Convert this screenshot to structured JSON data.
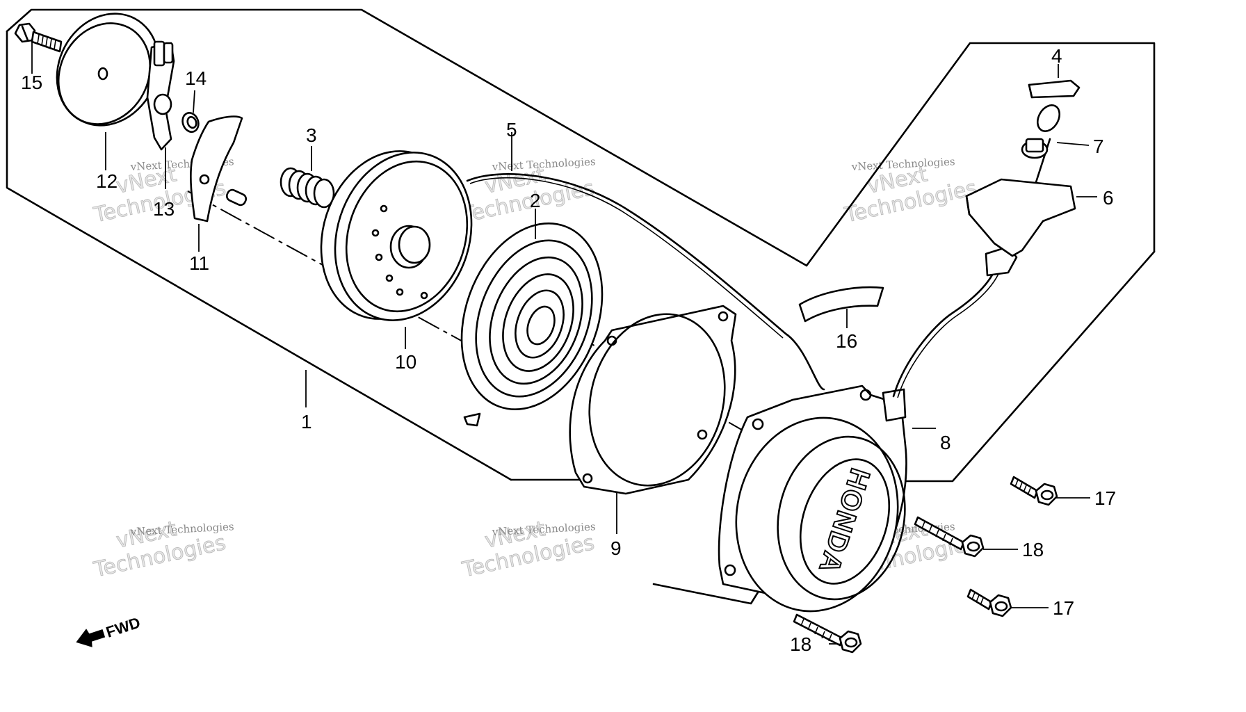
{
  "diagram": {
    "callouts": [
      {
        "id": "1",
        "label": "1"
      },
      {
        "id": "2",
        "label": "2"
      },
      {
        "id": "3",
        "label": "3"
      },
      {
        "id": "4",
        "label": "4"
      },
      {
        "id": "5",
        "label": "5"
      },
      {
        "id": "6",
        "label": "6"
      },
      {
        "id": "7",
        "label": "7"
      },
      {
        "id": "8",
        "label": "8"
      },
      {
        "id": "9",
        "label": "9"
      },
      {
        "id": "10",
        "label": "10"
      },
      {
        "id": "11",
        "label": "11"
      },
      {
        "id": "12",
        "label": "12"
      },
      {
        "id": "13",
        "label": "13"
      },
      {
        "id": "14",
        "label": "14"
      },
      {
        "id": "15",
        "label": "15"
      },
      {
        "id": "16",
        "label": "16"
      },
      {
        "id": "17a",
        "label": "17"
      },
      {
        "id": "17b",
        "label": "17"
      },
      {
        "id": "18a",
        "label": "18"
      },
      {
        "id": "18b",
        "label": "18"
      }
    ],
    "direction_label": "FWD",
    "brand_logo": "HONDA",
    "watermark": {
      "line1": "vNext Technologies",
      "line2": "vNext",
      "line3": "Technologies"
    }
  }
}
